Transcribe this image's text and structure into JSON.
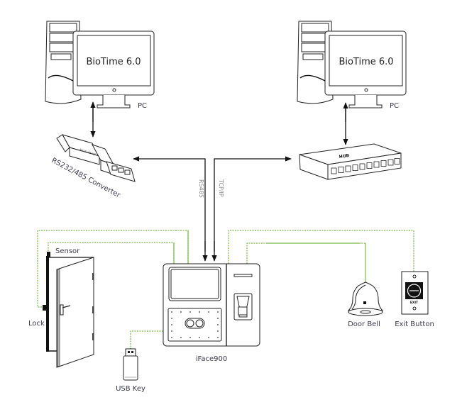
{
  "diagram": {
    "title": "iFace900 connection diagram",
    "nodes": {
      "pc_left": {
        "screen_text": "BioTime 6.0",
        "label": "PC"
      },
      "pc_right": {
        "screen_text": "BioTime 6.0",
        "label": "PC"
      },
      "converter": {
        "label": "RS232/485 Converter"
      },
      "switch": {
        "label": "HUB"
      },
      "device": {
        "label": "iFace900"
      },
      "door": {
        "sensor_label": "Sensor",
        "lock_label": "Lock"
      },
      "usb": {
        "label": "USB Key"
      },
      "bell": {
        "label": "Door Bell"
      },
      "exit": {
        "label": "Exit Button",
        "text": "EXIT"
      }
    },
    "links": {
      "rs485": "RS485",
      "tcpip": "TCP/IP"
    },
    "colors": {
      "wire_green": "#7ab648",
      "line_black": "#111111",
      "label_text": "#3a3a4a"
    }
  }
}
